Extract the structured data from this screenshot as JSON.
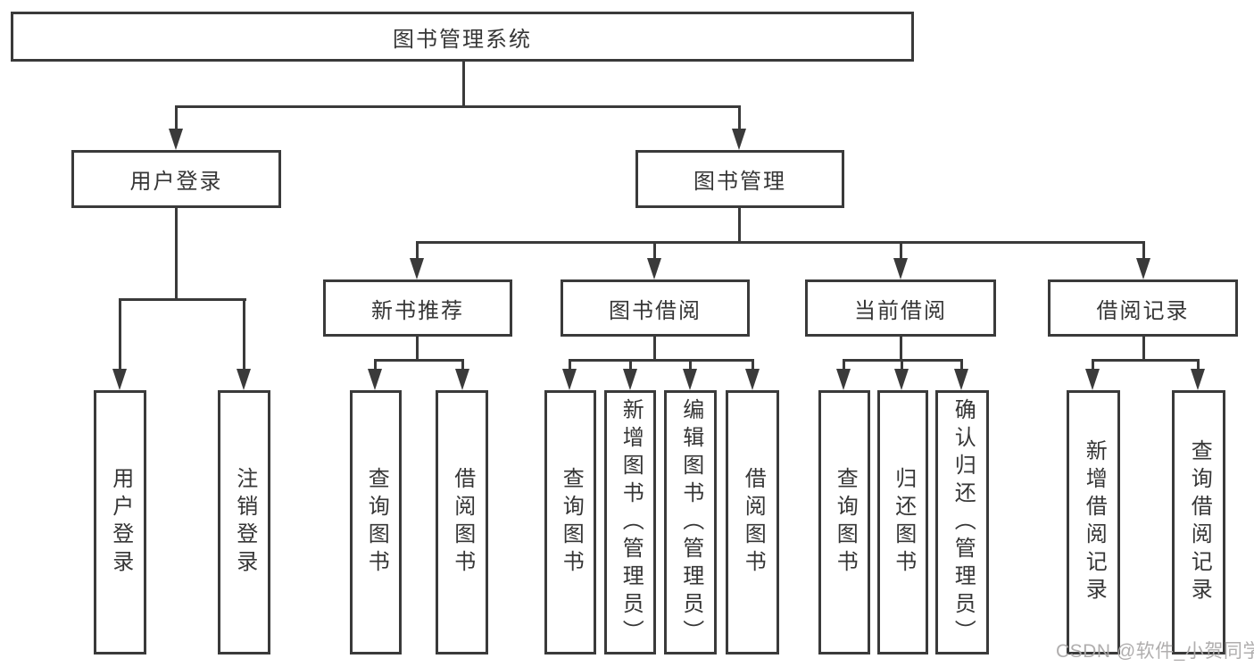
{
  "diagram": {
    "title": "图书管理系统",
    "nodes": {
      "root": "图书管理系统",
      "user_login": "用户登录",
      "book_mgmt": "图书管理",
      "new_book": "新书推荐",
      "book_borrow": "图书借阅",
      "current_borrow": "当前借阅",
      "borrow_record": "借阅记录"
    },
    "leaves": {
      "user_login": [
        "用户登录",
        "注销登录"
      ],
      "new_book": [
        "查询图书",
        "借阅图书"
      ],
      "book_borrow": [
        "查询图书",
        "新增图书（管理员）",
        "编辑图书（管理员）",
        "借阅图书"
      ],
      "current_borrow": [
        "查询图书",
        "归还图书",
        "确认归还（管理员）"
      ],
      "borrow_record": [
        "新增借阅记录",
        "查询借阅记录"
      ]
    },
    "watermark": "CSDN @软件_小贺同学",
    "colors": {
      "line": "#3a3a3a",
      "text": "#363636",
      "watermark": "#acaaaa",
      "background": "#ffffff"
    }
  }
}
